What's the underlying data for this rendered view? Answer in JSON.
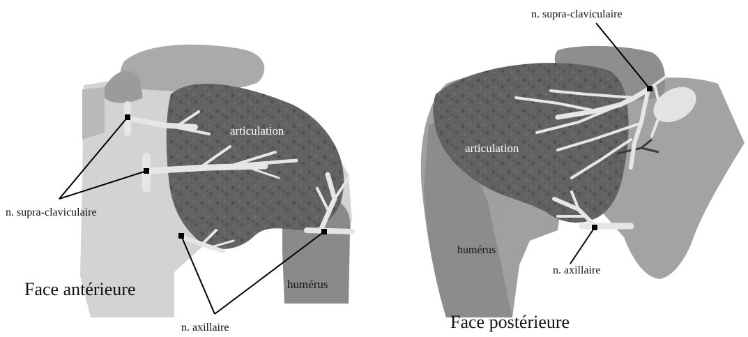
{
  "anterior": {
    "title": "Face antérieure",
    "joint_label": "articulation",
    "humerus_label": "humérus",
    "supraclavicular_label": "n. supra-claviculaire",
    "axillary_label": "n. axillaire"
  },
  "posterior": {
    "title": "Face postérieure",
    "joint_label": "articulation",
    "humerus_label": "humérus",
    "supraclavicular_label": "n. supra-claviculaire",
    "axillary_label": "n. axillaire"
  },
  "colors": {
    "bone_light": "#d6d6d6",
    "bone_mid": "#b4b4b4",
    "bone_dark": "#8e8e8e",
    "capsule": "#5f5f5f",
    "nerve": "#e6e6e6",
    "leader": "#000000"
  }
}
